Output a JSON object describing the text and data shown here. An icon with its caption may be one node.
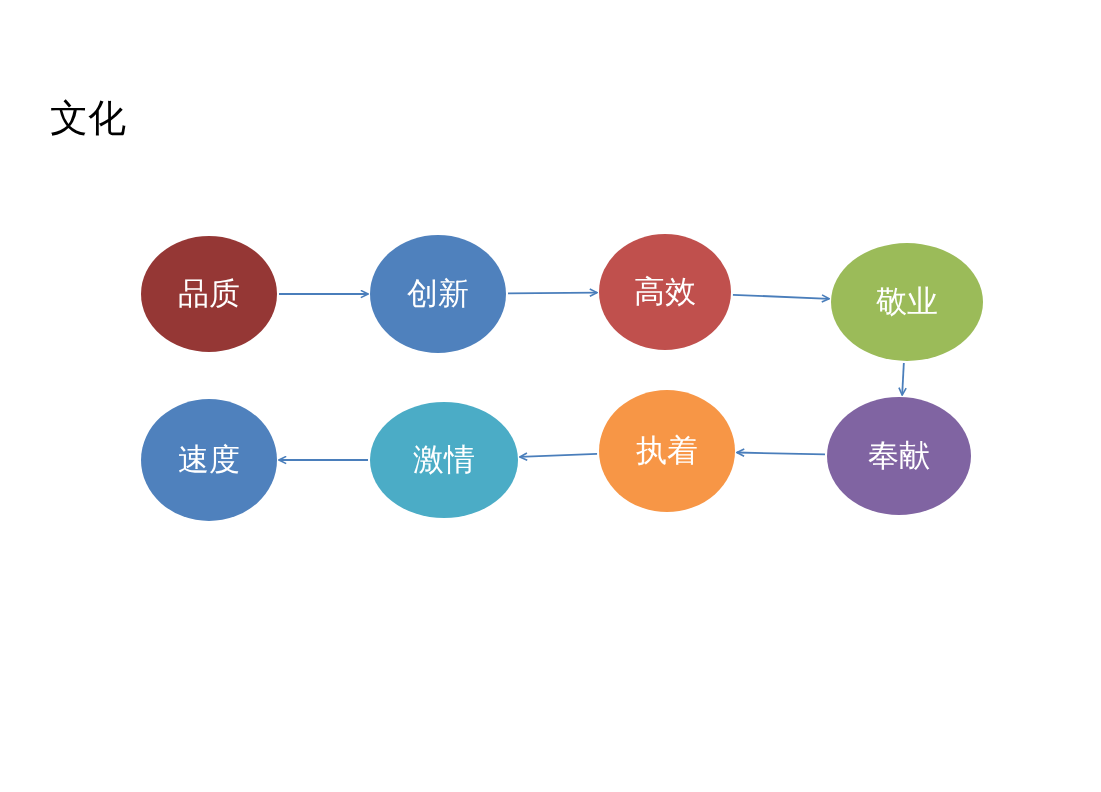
{
  "diagram": {
    "title": "文化",
    "nodes": [
      {
        "text": [
          "品质"
        ]
      },
      {
        "text": [
          "创新"
        ]
      },
      {
        "text": [
          "高效"
        ]
      },
      {
        "text": [
          "敬业"
        ]
      },
      {
        "text": [
          "奉献"
        ]
      },
      {
        "text": [
          "执着"
        ]
      },
      {
        "text": [
          "激情"
        ]
      },
      {
        "text": [
          "速度"
        ]
      }
    ],
    "edges": [
      {
        "from": 0,
        "to": 1,
        "arrow": "to"
      },
      {
        "from": 1,
        "to": 2,
        "arrow": "to"
      },
      {
        "from": 2,
        "to": 3,
        "arrow": "to"
      },
      {
        "from": 3,
        "to": 4,
        "arrow": "to"
      },
      {
        "from": 4,
        "to": 5,
        "arrow": "to"
      },
      {
        "from": 5,
        "to": 6,
        "arrow": "to"
      },
      {
        "from": 6,
        "to": 7,
        "arrow": "to"
      }
    ]
  }
}
